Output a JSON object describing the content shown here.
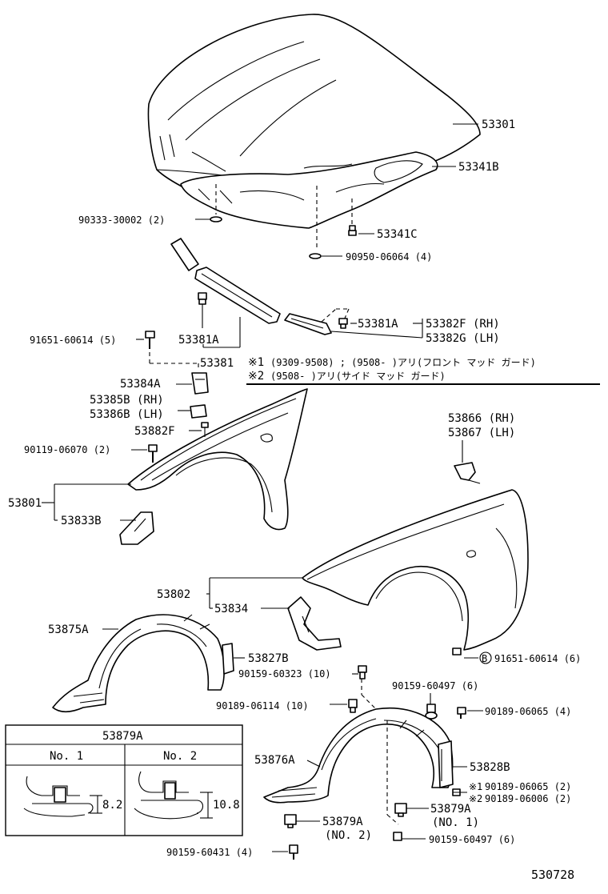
{
  "labels": {
    "p53301": "53301",
    "p53341b": "53341B",
    "p90333": "90333-30002 (2)",
    "p53341c": "53341C",
    "p90950": "90950-06064 (4)",
    "p53381a_right": "53381A",
    "p53382f": "53382F (RH)",
    "p53382g": "53382G (LH)",
    "p91651_top": "91651-60614 (5)",
    "p53381a_left": "53381A",
    "p53381": "53381",
    "note1_mark": "※1",
    "note1_text": "(9309-9508) ; (9508-       )アリ(フロント マッド ガード)",
    "note2_mark": "※2",
    "note2_text": "(9508-       )アリ(サイド マッド ガード)",
    "p53384a": "53384A",
    "p53385b": "53385B (RH)",
    "p53386b": "53386B (LH)",
    "p53882f": "53882F",
    "p90119": "90119-06070 (2)",
    "p53801": "53801",
    "p53833b": "53833B",
    "p53866": "53866 (RH)",
    "p53867": "53867 (LH)",
    "p53802": "53802",
    "p53834": "53834",
    "p53875a": "53875A",
    "p53827b": "53827B",
    "p90159_60323": "90159-60323 (10)",
    "circle_b": "B",
    "p91651_b": "91651-60614 (6)",
    "p90159_60497_top": "90159-60497 (6)",
    "p90189_06114": "90189-06114 (10)",
    "p90189_06065": "90189-06065 (4)",
    "p53828b": "53828B",
    "p53876a": "53876A",
    "note_ref1": "※1",
    "p90189_06065_2": "90189-06065 (2)",
    "note_ref2": "※2",
    "p90189_06006": "90189-06006 (2)",
    "p53879a_no1": "53879A",
    "no1_paren": "(NO. 1)",
    "p53879a_no2": "53879A",
    "no2_paren": "(NO. 2)",
    "p90159_60497_bottom": "90159-60497 (6)",
    "p90159_60431": "90159-60431 (4)",
    "diagram_id": "530728"
  },
  "clip_table": {
    "title": "53879A",
    "col1": "No. 1",
    "col2": "No. 2",
    "dim1": "8.2",
    "dim2": "10.8"
  }
}
